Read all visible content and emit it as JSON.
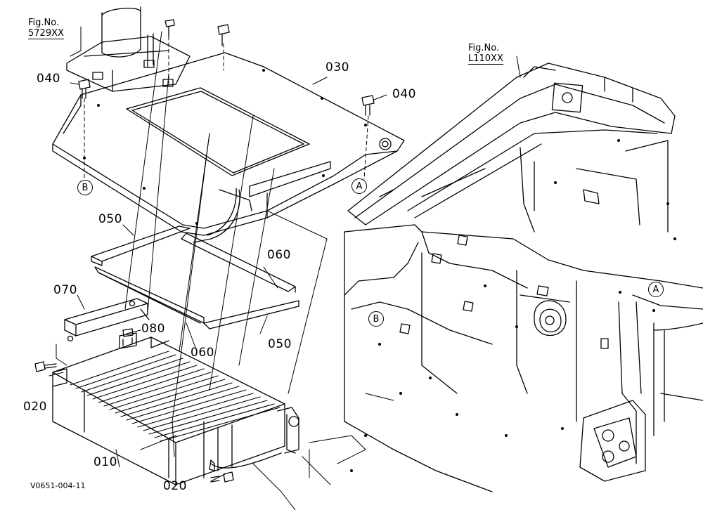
{
  "figure_refs": {
    "ref_1": {
      "heading": "Fig.No.",
      "code": "5729XX"
    },
    "ref_2": {
      "heading": "Fig.No.",
      "code": "L110XX"
    }
  },
  "callouts": {
    "c030": "030",
    "c040a": "040",
    "c040b": "040",
    "c050a": "050",
    "c050b": "050",
    "c060a": "060",
    "c060b": "060",
    "c070": "070",
    "c080": "080",
    "c020a": "020",
    "c020b": "020",
    "c010": "010"
  },
  "markers": {
    "a1": "A",
    "a2": "A",
    "b1": "B",
    "b2": "B"
  },
  "drawing_code": "V0651-004-11",
  "colors": {
    "line": "#000000",
    "background": "#ffffff"
  }
}
